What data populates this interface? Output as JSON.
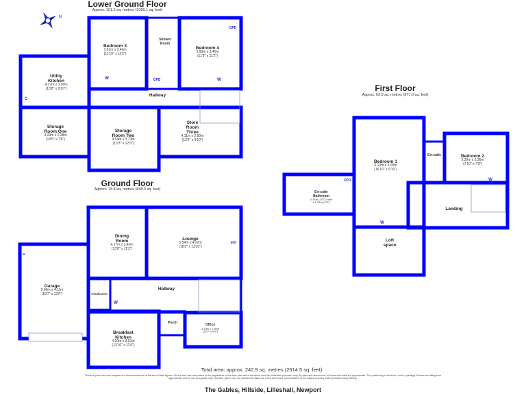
{
  "floors": {
    "lower_ground": {
      "title": "Lower Ground Floor",
      "area": "Approx. 101.2 sq. metres (1089.1 sq. feet)",
      "rooms": [
        {
          "name": "Bedroom 3",
          "dims": "3.61m x 3.40m",
          "imperial": "(11'10\" x 11'2\")"
        },
        {
          "name": "Shower Room"
        },
        {
          "name": "Bedroom 4",
          "dims": "3.58m x 3.40m",
          "imperial": "(11'9\" x 11'2\")"
        },
        {
          "name": "Utility Kitchen",
          "dims": "4.17m x 3.00m",
          "imperial": "(13'8\" x 9'10\")"
        },
        {
          "name": "Hallway"
        },
        {
          "name": "Storage Room One",
          "dims": "4.09m x 2.28m",
          "imperial": "(13'5\" x 7'6\")"
        },
        {
          "name": "Storage Room Two",
          "dims": "4.04m x 3.73m",
          "imperial": "(13'3\" x 12'3\")"
        },
        {
          "name": "Store Room Three",
          "dims": "4.11m x 2.80m",
          "imperial": "(13'6\" x 9'10\")"
        }
      ],
      "markers": {
        "w1": "W",
        "w2": "W",
        "cpd1": "CPD",
        "cpd2": "CPD",
        "c": "C"
      }
    },
    "ground": {
      "title": "Ground Floor",
      "area": "Approx. 78.8 sq. metres (848.3 sq. feet)",
      "rooms": [
        {
          "name": "Dining Room",
          "dims": "4.17m x 3.40m",
          "imperial": "(13'8\" x 11'2\")"
        },
        {
          "name": "Lounge",
          "dims": "5.54m x 4.22m",
          "imperial": "(18'2\" x 13'10\")"
        },
        {
          "name": "Garage",
          "dims": "5.66m x 4.11m",
          "imperial": "(18'7\" x 13'6\")"
        },
        {
          "name": "Hallway"
        },
        {
          "name": "Cloakroom"
        },
        {
          "name": "Porch"
        },
        {
          "name": "Breakfast Kitchen",
          "dims": "4.20m x 3.51m",
          "imperial": "(13'10\" x 11'6\")"
        },
        {
          "name": "Office",
          "dims": "3.10m x 1.90m",
          "imperial": "(10'2\" x 6'3\")"
        }
      ],
      "markers": {
        "fp": "FP",
        "w": "W",
        "b": "B"
      }
    },
    "first": {
      "title": "First Floor",
      "area": "Approx. 62.9 sq. metres (677.0 sq. feet)",
      "rooms": [
        {
          "name": "Bedroom 1",
          "dims": "5.13m x 3.00m",
          "imperial": "(16'10\" x 9'10\")"
        },
        {
          "name": "En-suite"
        },
        {
          "name": "Bedroom 2",
          "dims": "2.39m x 2.36m",
          "imperial": "(7'10\" x 7'9\")"
        },
        {
          "name": "En-suite Bathroom",
          "dims": "4.14m (13'7\") max",
          "imperial": "x 2.34m (7'8\")"
        },
        {
          "name": "Landing"
        },
        {
          "name": "Loft space"
        }
      ],
      "markers": {
        "cpd": "CPD",
        "w1": "W",
        "w2": "W"
      }
    }
  },
  "total_area": "Total area: approx. 242.9 sq. metres (2614.5 sq. feet)",
  "disclaimer": "This floor plan has been prepared for the exclusive use of Barbers Estate Agents. All due care has been taken in the preparation of this floor plan which should be used for illustrative purposes only. All sizes and dimensions of rooms and walls are approximate. The positioning of windows, doors, openings, fixtures and fittings are approximate and for use as a guide only. This floor plan is not, nor should it be taken as, a true and exact representation of the subject property. Plan produced using PlanUp.",
  "address": "The Gables, Hillside, Lilleshall, Newport",
  "compass_label": "N",
  "colors": {
    "walls": "#0000ff",
    "fixtures": "#8899cc"
  }
}
